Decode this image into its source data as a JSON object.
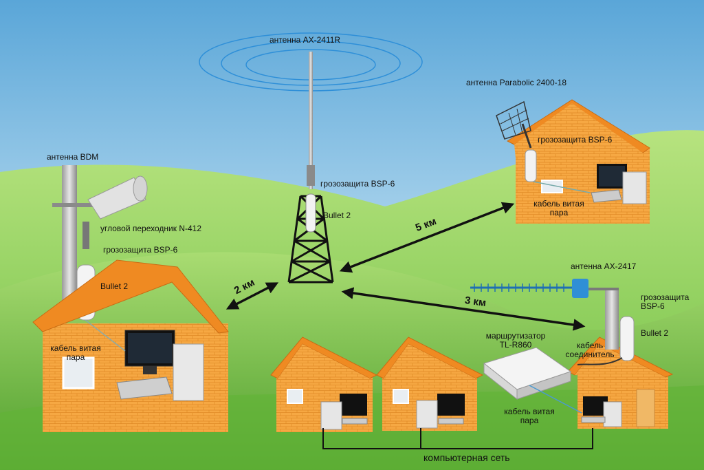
{
  "labels": {
    "antenna_ax2411r": "антенна AX-2411R",
    "antenna_parabolic": "антенна Parabolic 2400-18",
    "antenna_bdm": "антенна BDM",
    "antenna_ax2417": "антенна AX-2417",
    "surge_tower": "грозозащита BSP-6",
    "surge_left": "грозозащита BSP-6",
    "surge_right_top": "грозозащита BSP-6",
    "surge_right_bottom_1": "грозозащита",
    "surge_right_bottom_2": "BSP-6",
    "bullet_tower": "Bullet 2",
    "bullet_left": "Bullet 2",
    "bullet_right_bottom": "Bullet 2",
    "angle_adapter": "угловой переходник N-412",
    "cable_left_1": "кабель витая",
    "cable_left_2": "пара",
    "cable_right_top_1": "кабель витая",
    "cable_right_top_2": "пара",
    "cable_bottom_1": "кабель витая",
    "cable_bottom_2": "пара",
    "router_1": "маршрутизатор",
    "router_2": "TL-R860",
    "connector_1": "кабель",
    "connector_2": "соединитель",
    "dist_2km": "2 км",
    "dist_5km": "5 км",
    "dist_3km": "3 км",
    "network": "компьютерная сеть"
  },
  "colors": {
    "sky_top": "#6fb3dd",
    "sky_bottom": "#cfe8f5",
    "grass": "#8fd061",
    "grass_dark": "#5fae3a",
    "wall": "#f5a640",
    "roof": "#f08a24",
    "ring": "#2f8fd6"
  }
}
